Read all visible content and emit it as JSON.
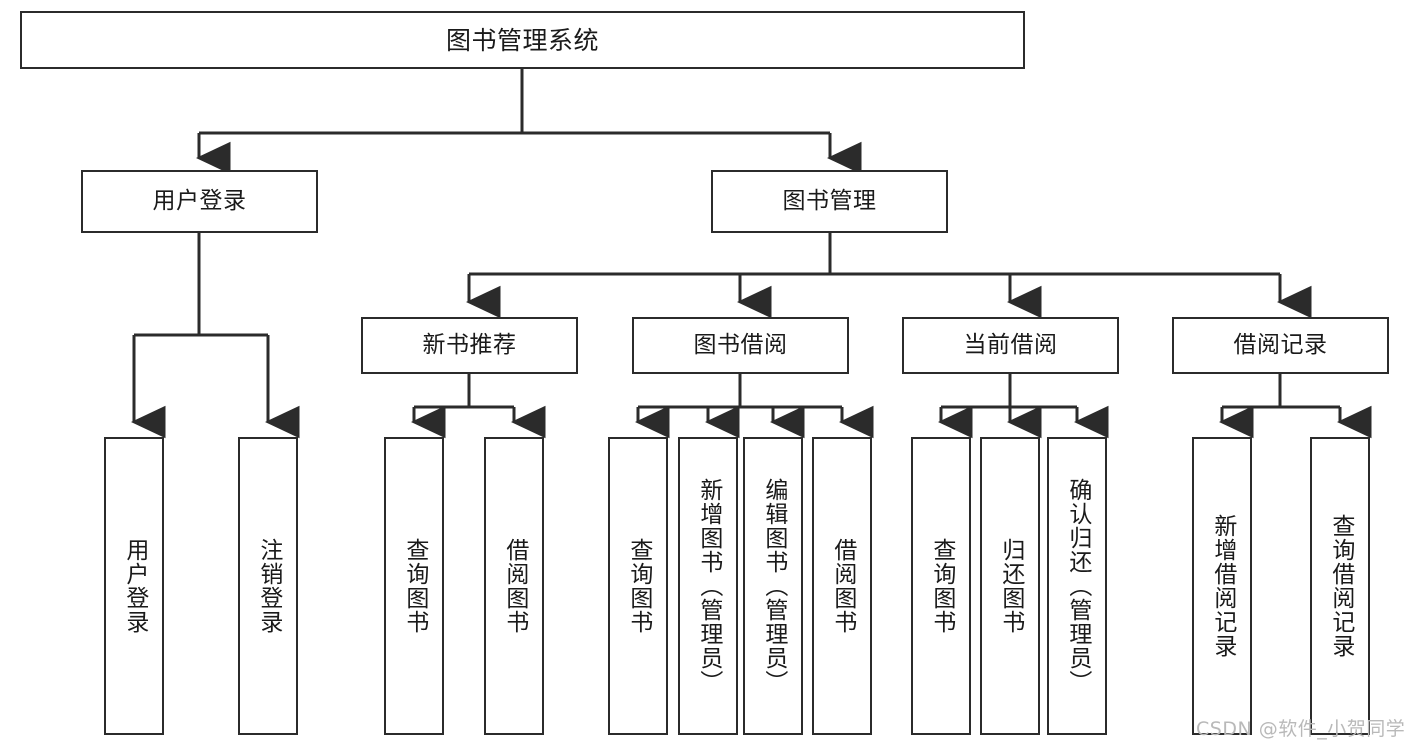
{
  "diagram": {
    "title": "图书管理系统",
    "watermark": "CSDN @软件_小贺同学",
    "stroke_color": "#2b2b2b",
    "background_color": "#ffffff",
    "text_color": "#1a1a1a",
    "watermark_color": "#b9b9b9",
    "nodes": {
      "root": "图书管理系统",
      "level1": [
        "用户登录",
        "图书管理"
      ],
      "level2": [
        "新书推荐",
        "图书借阅",
        "当前借阅",
        "借阅记录"
      ],
      "leaves": {
        "user_login": [
          "用户登录",
          "注销登录"
        ],
        "new_book": [
          "查询图书",
          "借阅图书"
        ],
        "borrow_book": [
          "查询图书",
          "新增图书（管理员）",
          "编辑图书（管理员）",
          "借阅图书"
        ],
        "current_borrow": [
          "查询图书",
          "归还图书",
          "确认归还（管理员）"
        ],
        "borrow_record": [
          "新增借阅记录",
          "查询借阅记录"
        ]
      }
    }
  }
}
